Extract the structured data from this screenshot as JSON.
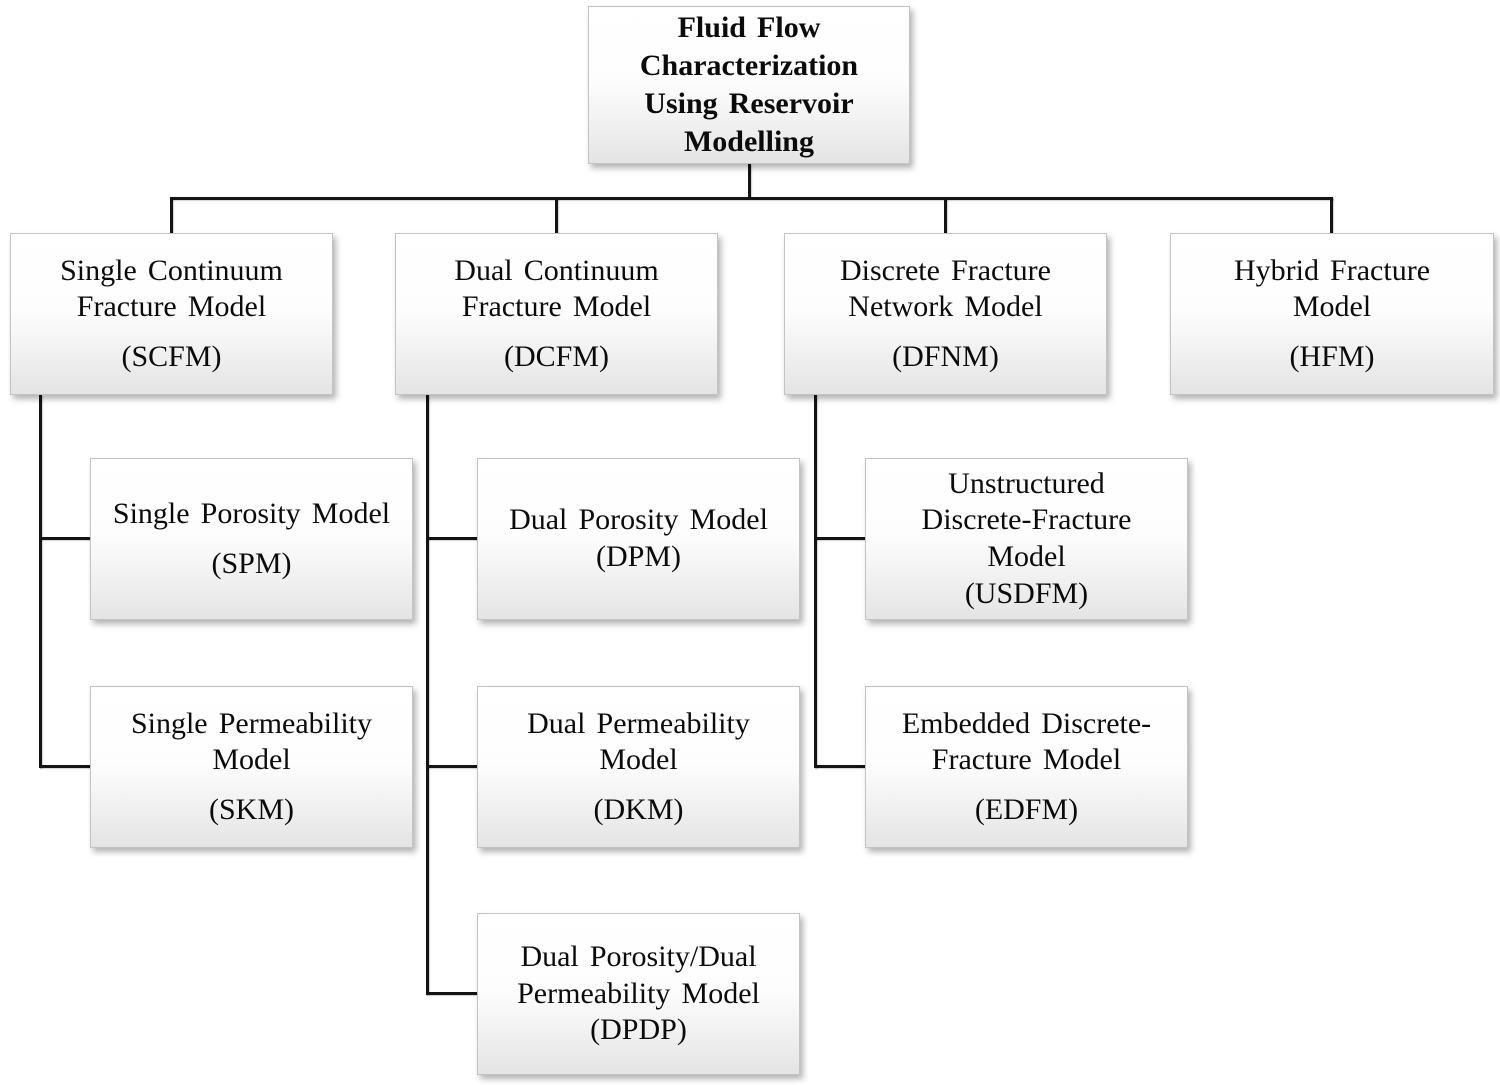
{
  "figure": {
    "type": "hierarchy-flowchart",
    "colors": {
      "background": "#ffffff",
      "box_fill_top": "#ffffff",
      "box_fill_bottom": "#e4e4e4",
      "box_border": "#c3c3c3",
      "text": "#0b0b0b",
      "connector": "#141414"
    }
  },
  "diagram": {
    "root": {
      "name": "Fluid Flow\nCharacterization\nUsing Reservoir\nModelling"
    },
    "branches": [
      {
        "name": "Single Continuum\nFracture Model",
        "acronym": "(SCFM)",
        "children": [
          {
            "name": "Single Porosity Model",
            "acronym": "(SPM)"
          },
          {
            "name": "Single Permeability\nModel",
            "acronym": "(SKM)"
          }
        ]
      },
      {
        "name": "Dual Continuum\nFracture Model",
        "acronym": "(DCFM)",
        "children": [
          {
            "name": "Dual Porosity Model",
            "acronym": "(DPM)"
          },
          {
            "name": "Dual Permeability\nModel",
            "acronym": "(DKM)"
          },
          {
            "name": "Dual Porosity/Dual\nPermeability Model",
            "acronym": "(DPDP)"
          }
        ]
      },
      {
        "name": "Discrete Fracture\nNetwork Model",
        "acronym": "(DFNM)",
        "children": [
          {
            "name": "Unstructured\nDiscrete-Fracture\nModel",
            "acronym": "(USDFM)"
          },
          {
            "name": "Embedded Discrete-\nFracture Model",
            "acronym": "(EDFM)"
          }
        ]
      },
      {
        "name": "Hybrid Fracture\nModel",
        "acronym": "(HFM)",
        "children": []
      }
    ]
  }
}
